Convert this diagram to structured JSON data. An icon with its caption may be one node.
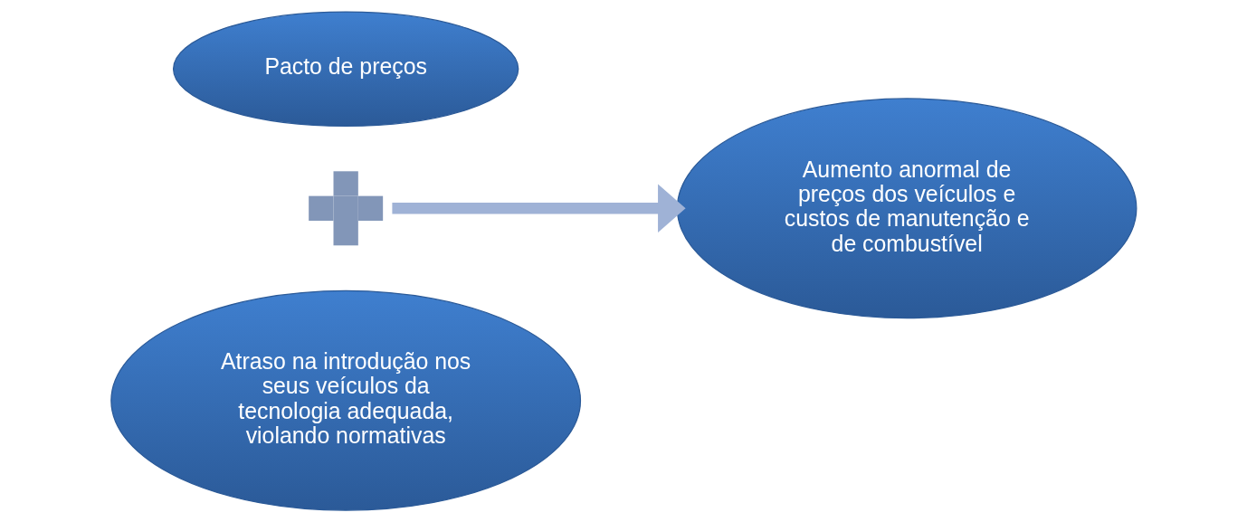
{
  "diagram": {
    "nodes": [
      {
        "text": [
          "Pacto de preços"
        ]
      },
      {
        "text": [],
        "shape": "plus"
      },
      {
        "text": [
          "Atraso na introdução nos seus veículos da tecnologia adequada, violando normativas"
        ]
      },
      {
        "text": [
          "Aumento anormal de preços dos veículos e custos de manutenção e de combustível"
        ]
      }
    ],
    "edges": [
      {
        "from": 1,
        "to": 3,
        "arrow": "to"
      }
    ]
  }
}
